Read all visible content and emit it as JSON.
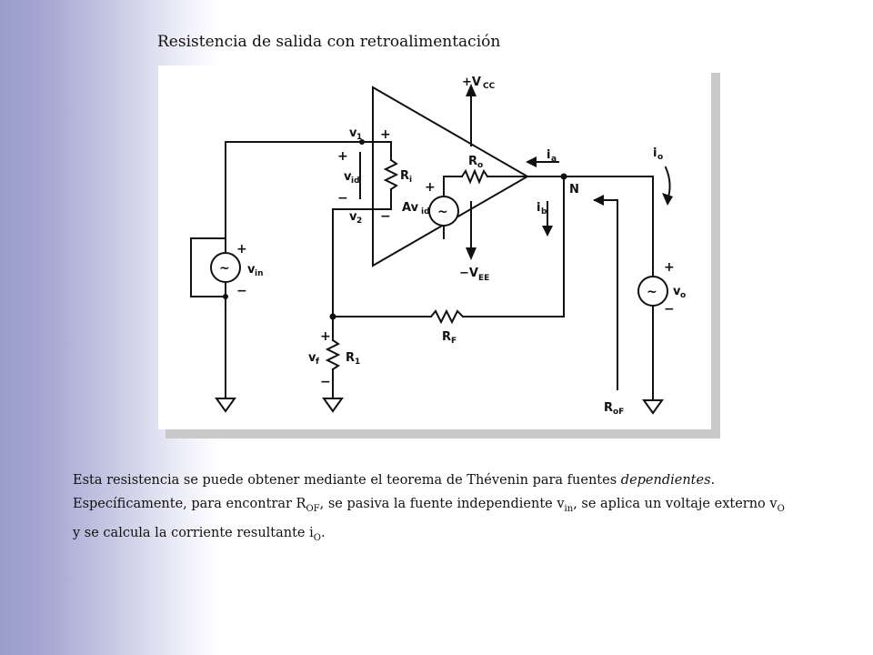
{
  "title": "Resistencia de salida con retroalimentación",
  "circuit": {
    "vcc": "+V",
    "vcc_sub": "CC",
    "vee": "−V",
    "vee_sub": "EE",
    "v1": "v",
    "v1_sub": "1",
    "v2": "v",
    "v2_sub": "2",
    "vid": "v",
    "vid_sub": "id",
    "ri": "R",
    "ri_sub": "i",
    "ro": "R",
    "ro_sub": "o",
    "avid": "Av",
    "avid_sub": "id",
    "ia": "i",
    "ia_sub": "a",
    "ib": "i",
    "ib_sub": "b",
    "io": "i",
    "io_sub": "o",
    "node_n": "N",
    "vin": "v",
    "vin_sub": "in",
    "vo": "v",
    "vo_sub": "o",
    "rf": "R",
    "rf_sub": "F",
    "r1": "R",
    "r1_sub": "1",
    "vf": "v",
    "vf_sub": "f",
    "rof": "R",
    "rof_sub": "oF",
    "plus": "+",
    "minus": "−",
    "tilde": "~"
  },
  "paragraph": {
    "s1": "Esta resistencia se puede obtener mediante el teorema de Thévenin para fuentes ",
    "s1_em": "dependientes",
    "s2": ". Específicamente, para encontrar R",
    "s2_sub": "OF",
    "s3": ", se pasiva la fuente independiente v",
    "s3_sub": "in",
    "s4": ", se aplica un voltaje externo v",
    "s4_sub": "O",
    "s5": " y se calcula la corriente resultante i",
    "s5_sub": "O",
    "s6": "."
  }
}
